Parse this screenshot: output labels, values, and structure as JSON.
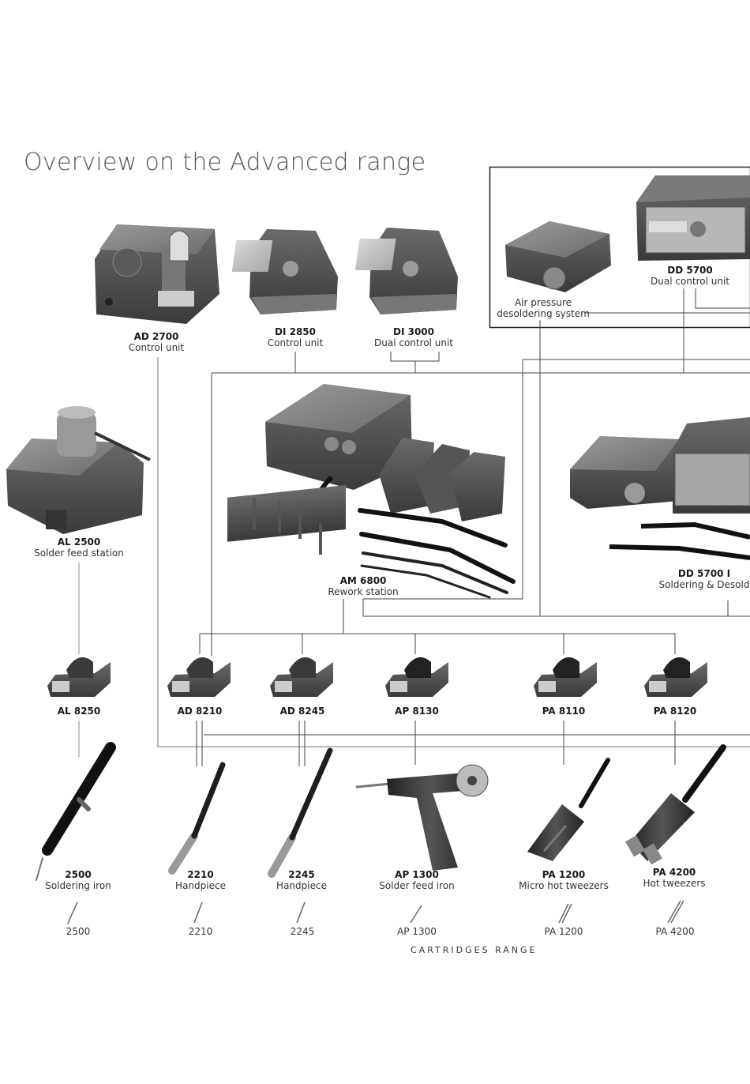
{
  "title": "Overview on the Advanced range",
  "footer": "CARTRIDGES RANGE",
  "units": {
    "ad2700": {
      "code": "AD 2700",
      "desc": "Control unit"
    },
    "di2850": {
      "code": "DI 2850",
      "desc": "Control unit"
    },
    "di3000": {
      "code": "DI 3000",
      "desc": "Dual control unit"
    },
    "dd5700": {
      "code": "DD 5700",
      "desc": "Dual control unit"
    },
    "air": {
      "line1": "Air pressure",
      "line2": "desoldering system"
    },
    "al2500": {
      "code": "AL 2500",
      "desc": "Solder feed station"
    },
    "am6800": {
      "code": "AM 6800",
      "desc": "Rework station"
    },
    "dd5700k": {
      "code": "DD 5700 I",
      "desc": "Soldering & Desold"
    }
  },
  "stands": [
    "AL 8250",
    "AD 8210",
    "AD 8245",
    "AP 8130",
    "PA 8110",
    "PA 8120"
  ],
  "tools": {
    "t2500": {
      "code": "2500",
      "desc": "Soldering iron"
    },
    "t2210": {
      "code": "2210",
      "desc": "Handpiece"
    },
    "t2245": {
      "code": "2245",
      "desc": "Handpiece"
    },
    "ap1300": {
      "code": "AP 1300",
      "desc": "Solder feed iron"
    },
    "pa1200": {
      "code": "PA 1200",
      "desc": "Micro hot tweezers"
    },
    "pa4200": {
      "code": "PA 4200",
      "desc": "Hot tweezers"
    }
  },
  "cartridges": [
    "2500",
    "2210",
    "2245",
    "AP 1300",
    "PA 1200",
    "PA 4200"
  ]
}
